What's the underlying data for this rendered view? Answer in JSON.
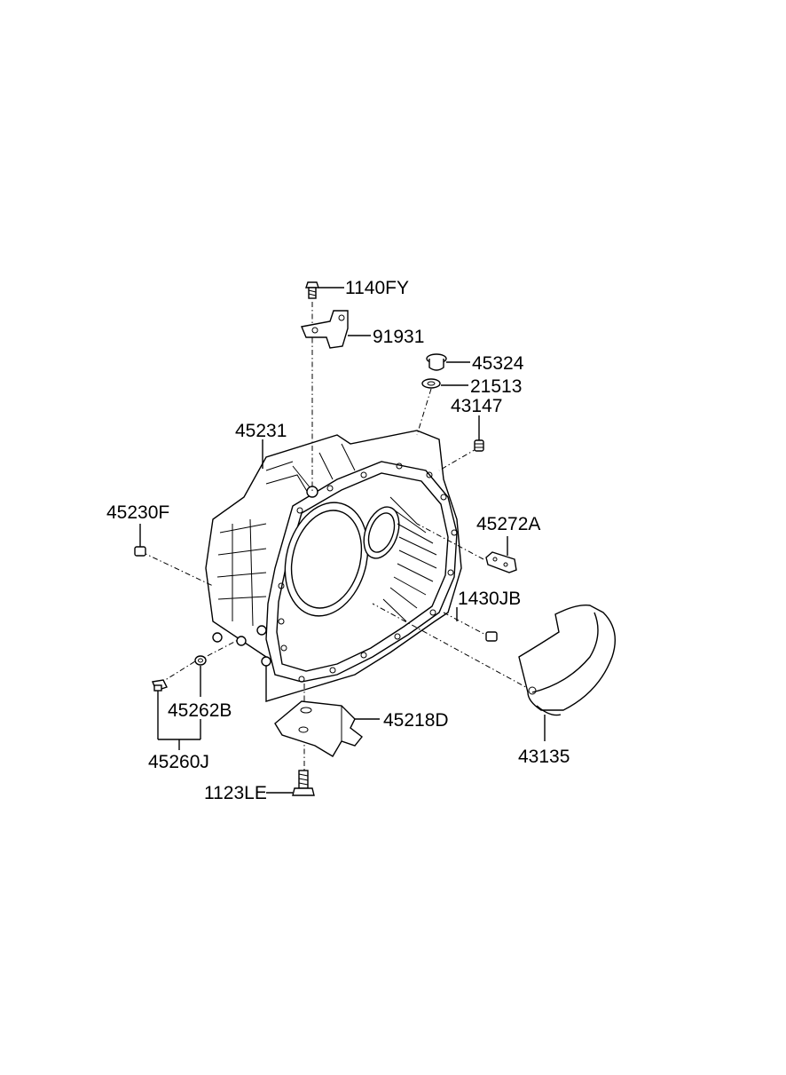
{
  "labels": {
    "p1140FY": "1140FY",
    "p91931": "91931",
    "p45324": "45324",
    "p21513": "21513",
    "p43147": "43147",
    "p45231": "45231",
    "p45230F": "45230F",
    "p45272A": "45272A",
    "p1430JB": "1430JB",
    "p45262B": "45262B",
    "p45218D": "45218D",
    "p43135": "43135",
    "p45260J": "45260J",
    "p1123LE": "1123LE"
  }
}
